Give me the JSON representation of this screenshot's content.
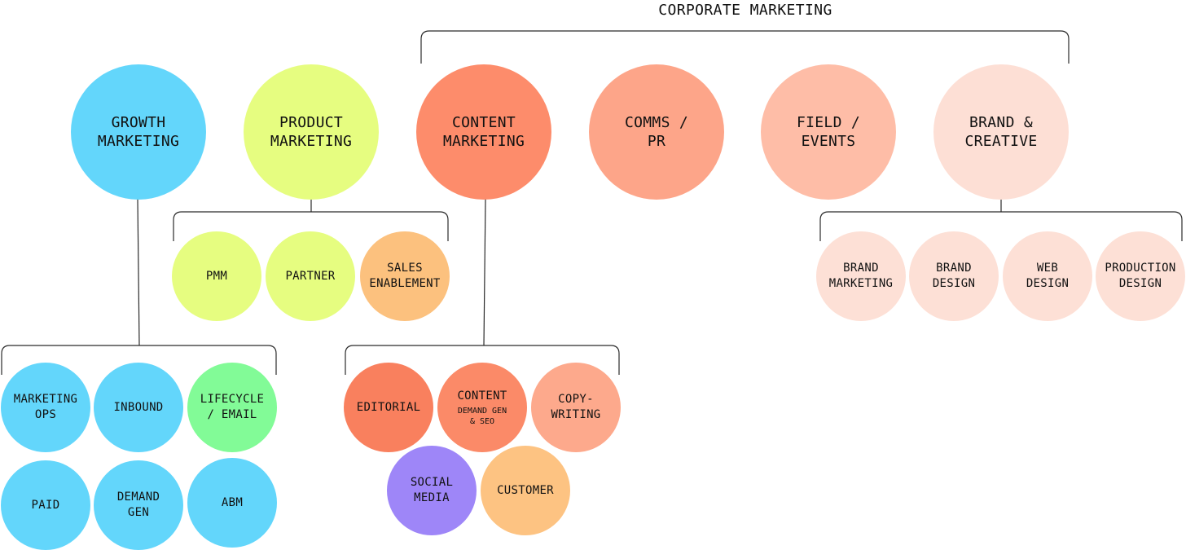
{
  "title": "CORPORATE MARKETING",
  "colors": {
    "growth": "#63d6fb",
    "product": "#e6fd80",
    "content": "#fd8c6b",
    "comms": "#fda589",
    "field": "#febda7",
    "brand": "#fddfd5",
    "sales_enablement": "#fcc17e",
    "lifecycle": "#82fb97",
    "social": "#9e86f8",
    "customer": "#fdc382",
    "editorial": "#f9805e",
    "content_sub": "#fb8a68",
    "copywriting": "#fda98c",
    "brand_sub": "#fde0d6",
    "line": "#2b2b2b"
  },
  "departments": {
    "growth": {
      "line1": "GROWTH",
      "line2": "MARKETING"
    },
    "product": {
      "line1": "PRODUCT",
      "line2": "MARKETING"
    },
    "content": {
      "line1": "CONTENT",
      "line2": "MARKETING"
    },
    "comms": {
      "line1": "COMMS /",
      "line2": "PR"
    },
    "field": {
      "line1": "FIELD /",
      "line2": "EVENTS"
    },
    "brand": {
      "line1": "BRAND &",
      "line2": "CREATIVE"
    }
  },
  "teams": {
    "marketing_ops": {
      "line1": "MARKETING",
      "line2": "OPS"
    },
    "inbound": {
      "line1": "INBOUND"
    },
    "lifecycle": {
      "line1": "LIFECYCLE",
      "line2": "/ EMAIL"
    },
    "paid": {
      "line1": "PAID"
    },
    "demand_gen": {
      "line1": "DEMAND",
      "line2": "GEN"
    },
    "abm": {
      "line1": "ABM"
    },
    "pmm": {
      "line1": "PMM"
    },
    "partner": {
      "line1": "PARTNER"
    },
    "sales_enablement": {
      "line1": "SALES",
      "line2": "ENABLEMENT"
    },
    "editorial": {
      "line1": "EDITORIAL"
    },
    "content": {
      "line1": "CONTENT",
      "note1": "DEMAND GEN",
      "note2": "& SEO"
    },
    "copywriting": {
      "line1": "COPY-",
      "line2": "WRITING"
    },
    "social_media": {
      "line1": "SOCIAL",
      "line2": "MEDIA"
    },
    "customer": {
      "line1": "CUSTOMER"
    },
    "brand_marketing": {
      "line1": "BRAND",
      "line2": "MARKETING"
    },
    "brand_design": {
      "line1": "BRAND",
      "line2": "DESIGN"
    },
    "web_design": {
      "line1": "WEB",
      "line2": "DESIGN"
    },
    "production_design": {
      "line1": "PRODUCTION",
      "line2": "DESIGN"
    }
  }
}
